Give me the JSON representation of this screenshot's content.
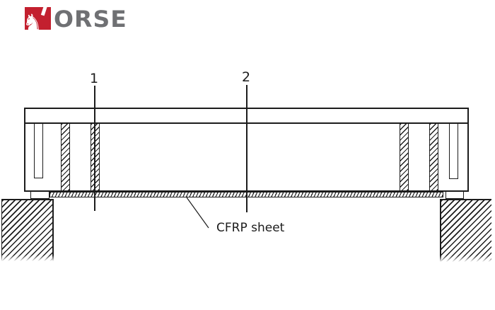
{
  "logo": {
    "brand": "HORSE",
    "first_letter": "H",
    "wordmark_rest": "ORSE",
    "red": "#c3202f",
    "gray": "#6f7073",
    "horse_head_glyph": "♞"
  },
  "diagram": {
    "type": "beam-elevation-with-cfrp-strengthening",
    "section_labels": [
      {
        "id": "1",
        "label": "1"
      },
      {
        "id": "2",
        "label": "2"
      }
    ],
    "annotation": {
      "cfrp_label": "CFRP sheet"
    },
    "colors": {
      "line": "#1c1c1c",
      "background": "#ffffff"
    }
  }
}
